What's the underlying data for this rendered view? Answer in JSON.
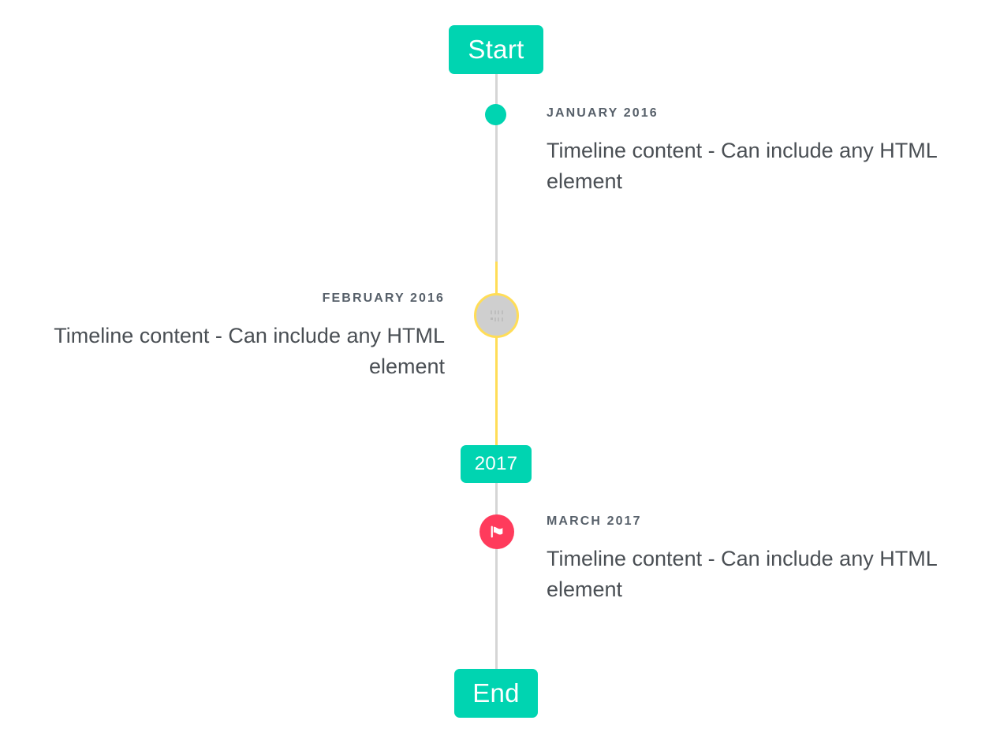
{
  "axis": {
    "default_color": "#d5d5d5",
    "highlight_color": "#ffdd57",
    "accent_color": "#00d4b1",
    "marker_alert_color": "#ff3b5c"
  },
  "badges": {
    "start": {
      "label": "Start",
      "color": "#00d4b1"
    },
    "divider": {
      "label": "2017",
      "color": "#00d4b1"
    },
    "end": {
      "label": "End",
      "color": "#00d4b1"
    }
  },
  "entries": [
    {
      "side": "right",
      "label": "JANUARY 2016",
      "body": "Timeline content - Can include any HTML element",
      "marker": {
        "icon": "dot-icon",
        "glyph": "",
        "color": "#00d4b1"
      }
    },
    {
      "side": "left",
      "label": "FEBRUARY 2016",
      "body": "Timeline content - Can include any HTML element",
      "marker": {
        "icon": "broken-image-icon",
        "glyph": "",
        "color": "#cfcfcf",
        "ring": "#ffdd57"
      }
    },
    {
      "side": "right",
      "label": "MARCH 2017",
      "body": "Timeline content - Can include any HTML element",
      "marker": {
        "icon": "flag-icon",
        "glyph": "",
        "color": "#ff3b5c"
      }
    }
  ]
}
